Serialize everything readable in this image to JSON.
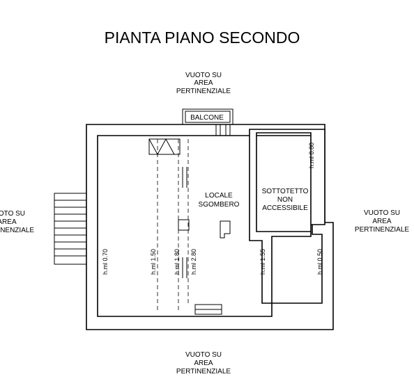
{
  "title": "PIANTA PIANO SECONDO",
  "surroundings": {
    "top": [
      "VUOTO SU",
      "AREA",
      "PERTINENZIALE"
    ],
    "left": [
      "VUOTO SU",
      "AREA",
      "PERTINENZIALE"
    ],
    "right": [
      "VUOTO SU",
      "AREA",
      "PERTINENZIALE"
    ],
    "bottom": [
      "VUOTO SU",
      "AREA",
      "PERTINENZIALE"
    ]
  },
  "balcony": "BALCONE",
  "rooms": {
    "main": [
      "LOCALE",
      "SGOMBERO"
    ],
    "attic": [
      "SOTTOTETTO",
      "NON",
      "ACCESSIBILE"
    ]
  },
  "heights": {
    "h070": "h.ml 0.70",
    "h150": "h.ml 1.50",
    "h180": "h.ml 1.80",
    "h280": "h.ml 2.80",
    "h155": "h.ml 1.55",
    "h080": "h.ml 0.80",
    "h050": "h.ml 0.50"
  }
}
